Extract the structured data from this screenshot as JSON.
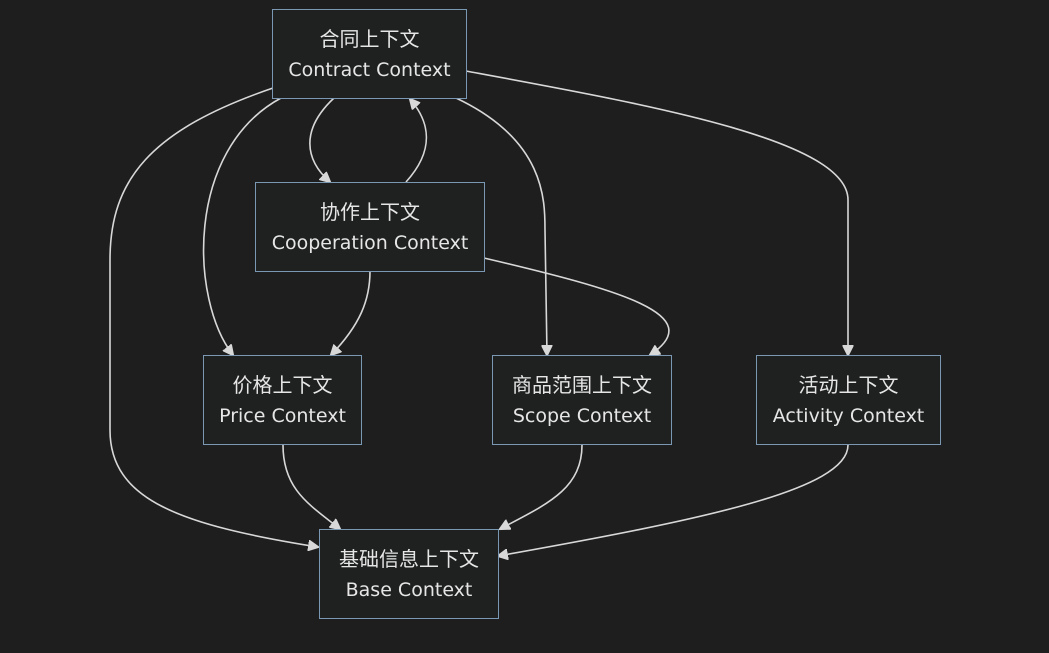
{
  "nodes": {
    "contract": {
      "zh": "合同上下文",
      "en": "Contract Context"
    },
    "cooperation": {
      "zh": "协作上下文",
      "en": "Cooperation Context"
    },
    "price": {
      "zh": "价格上下文",
      "en": "Price Context"
    },
    "scope": {
      "zh": "商品范围上下文",
      "en": "Scope Context"
    },
    "activity": {
      "zh": "活动上下文",
      "en": "Activity Context"
    },
    "base": {
      "zh": "基础信息上下文",
      "en": "Base Context"
    }
  },
  "edges": [
    {
      "from": "contract",
      "to": "cooperation"
    },
    {
      "from": "cooperation",
      "to": "contract"
    },
    {
      "from": "contract",
      "to": "price"
    },
    {
      "from": "contract",
      "to": "scope"
    },
    {
      "from": "contract",
      "to": "activity"
    },
    {
      "from": "contract",
      "to": "base"
    },
    {
      "from": "cooperation",
      "to": "price"
    },
    {
      "from": "cooperation",
      "to": "scope"
    },
    {
      "from": "price",
      "to": "base"
    },
    {
      "from": "scope",
      "to": "base"
    },
    {
      "from": "activity",
      "to": "base"
    }
  ],
  "colors": {
    "background": "#1e1e1e",
    "node_border": "#7a98b3",
    "node_fill": "#1f2020",
    "text": "#e6e6e6",
    "edge": "#d8d8d8"
  }
}
